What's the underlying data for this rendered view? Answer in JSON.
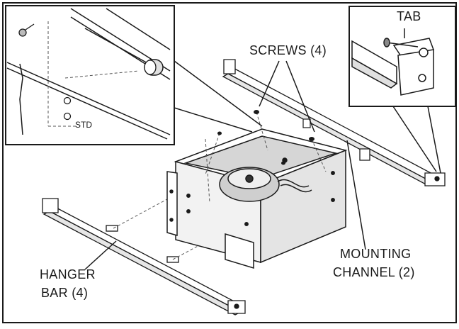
{
  "labels": {
    "tab": "TAB",
    "screws": "SCREWS (4)",
    "std": "STD",
    "mounting_line1": "MOUNTING",
    "mounting_line2": "CHANNEL (2)",
    "hanger_line1": "HANGER",
    "hanger_line2": "BAR (4)"
  }
}
